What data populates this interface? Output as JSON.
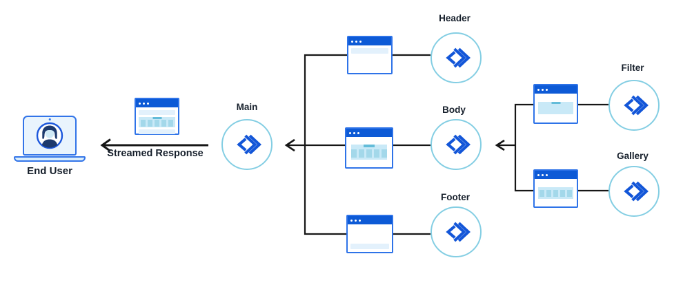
{
  "end_user": {
    "label": "End User"
  },
  "flow": {
    "streamed_response_label": "Streamed Response"
  },
  "nodes": {
    "main": {
      "label": "Main"
    },
    "header": {
      "label": "Header"
    },
    "body": {
      "label": "Body"
    },
    "footer": {
      "label": "Footer"
    },
    "filter": {
      "label": "Filter"
    },
    "gallery": {
      "label": "Gallery"
    }
  },
  "icons": {
    "component": "code-chevrons-icon",
    "page_skeleton": "browser-window-icon",
    "end_user": "laptop-user-icon",
    "flow_direction": "left-arrow-icon"
  },
  "colors": {
    "browser_titlebar": "#0d5ad6",
    "browser_border": "#2e73e8",
    "skeleton_light": "#e3f1fc",
    "skeleton_medium": "#c9e9f7",
    "skeleton_dark": "#a3d8ea",
    "skeleton_accent": "#63bcd9",
    "node_ring": "#84cee3",
    "code_glyph_blue": "#1356d8",
    "connector_black": "#161616",
    "label_text": "#17202c",
    "avatar_navy": "#1d3a6e",
    "avatar_face": "#cfe9f6"
  }
}
